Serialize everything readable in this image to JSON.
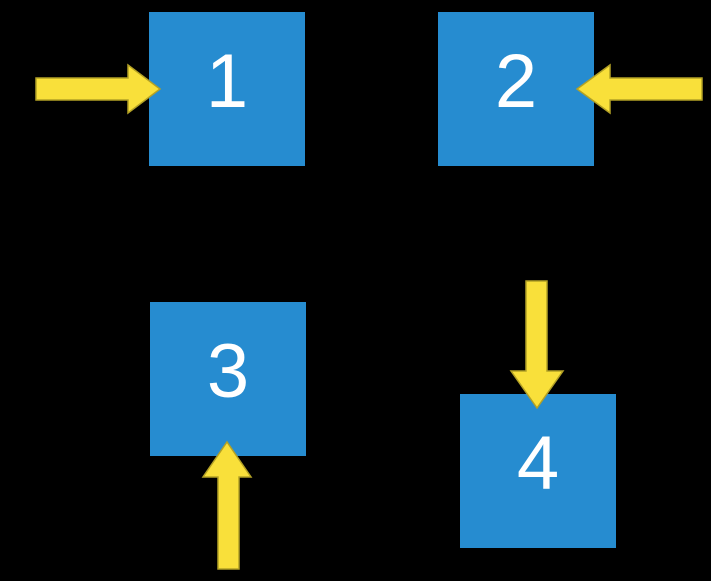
{
  "diagram": {
    "background_color": "#000000",
    "box_fill_color": "#268CD0",
    "box_text_color": "#FFFFFF",
    "arrow_fill_color": "#F9E03A",
    "arrow_outline_color": "#B3A125",
    "boxes": [
      {
        "label": "1",
        "arrow_direction": "right",
        "arrow_side": "left"
      },
      {
        "label": "2",
        "arrow_direction": "left",
        "arrow_side": "right"
      },
      {
        "label": "3",
        "arrow_direction": "up",
        "arrow_side": "bottom"
      },
      {
        "label": "4",
        "arrow_direction": "down",
        "arrow_side": "top"
      }
    ]
  }
}
